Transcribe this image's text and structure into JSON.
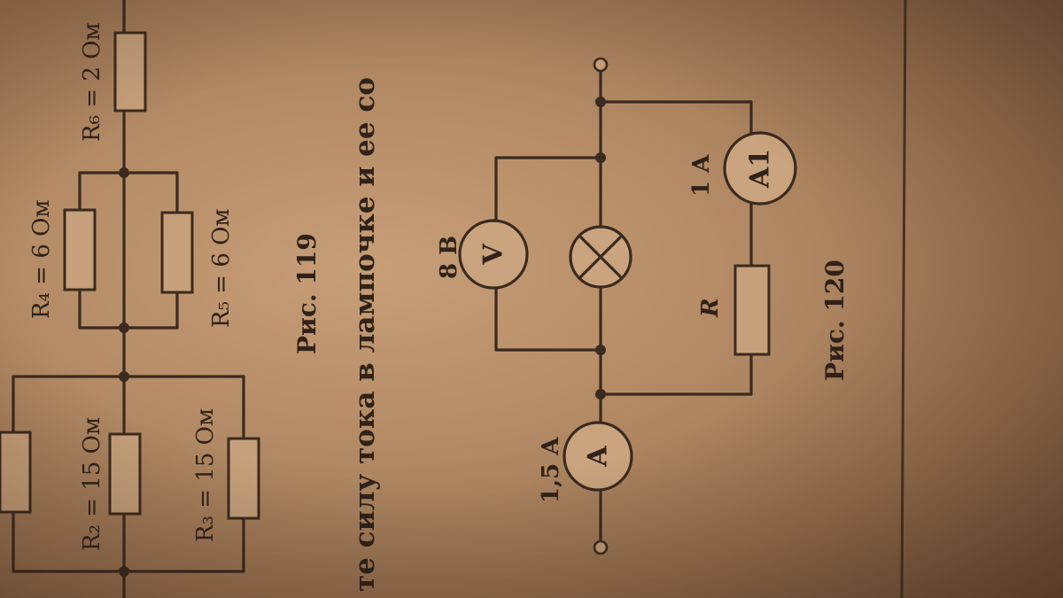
{
  "page": {
    "text_line": "те силу тока в лампочке и ее со"
  },
  "figure119": {
    "caption": "Рис. 119",
    "labels": {
      "r2": "R₂ = 15 Ом",
      "r3": "R₃ = 15 Ом",
      "r4": "R₄ = 6 Ом",
      "r5": "R₅ = 6 Ом",
      "r6": "R₆ = 2 Ом"
    }
  },
  "figure120": {
    "caption": "Рис. 120",
    "ammeter": {
      "symbol": "A",
      "reading": "1,5 A"
    },
    "voltmeter": {
      "symbol": "V",
      "reading": "8 В"
    },
    "ammeter_a1": {
      "symbol": "A1",
      "reading": "1 A"
    },
    "resistor_label": "R"
  },
  "colors": {
    "paper": "#b58c66",
    "ink": "#3a2a1f"
  }
}
